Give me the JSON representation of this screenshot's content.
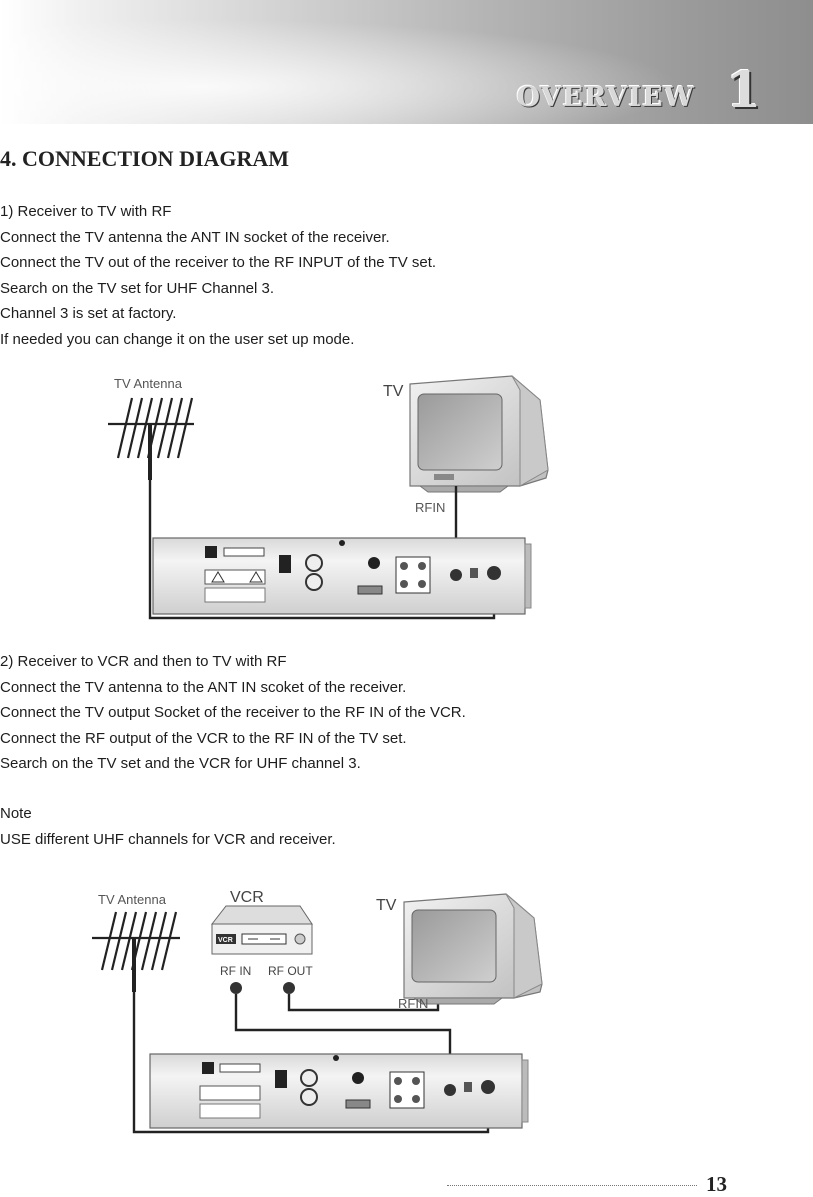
{
  "header": {
    "title": "OVERVIEW",
    "chapter_number": "1"
  },
  "section": {
    "title": "4. CONNECTION DIAGRAM"
  },
  "part1": {
    "lines": [
      "1) Receiver to TV with RF",
      "Connect the TV antenna the ANT IN socket of the receiver.",
      "Connect the TV out of the receiver to the RF INPUT of the TV set.",
      "Search on the TV set for UHF Channel 3.",
      "Channel 3 is set at factory.",
      "If needed you can change it on the user set up mode."
    ]
  },
  "diagram1": {
    "antenna_label": "TV Antenna",
    "tv_label": "TV",
    "rfin_label": "RFIN"
  },
  "part2": {
    "lines": [
      "2) Receiver to VCR and then to TV with RF",
      "Connect the TV antenna to the ANT IN scoket of the receiver.",
      "Connect the TV output Socket of the receiver to the RF IN of the VCR.",
      "Connect the RF output of the VCR to the RF IN of the TV set.",
      "Search on the TV set and the VCR for UHF channel 3."
    ]
  },
  "note": {
    "heading": "Note",
    "text": "USE different UHF channels for VCR and receiver."
  },
  "diagram2": {
    "antenna_label": "TV Antenna",
    "vcr_label": "VCR",
    "tv_label": "TV",
    "vcr_badge": "VCR",
    "rf_in_label": "RF IN",
    "rf_out_label": "RF OUT",
    "rfin_label": "RFIN"
  },
  "footer": {
    "page_number": "13"
  }
}
